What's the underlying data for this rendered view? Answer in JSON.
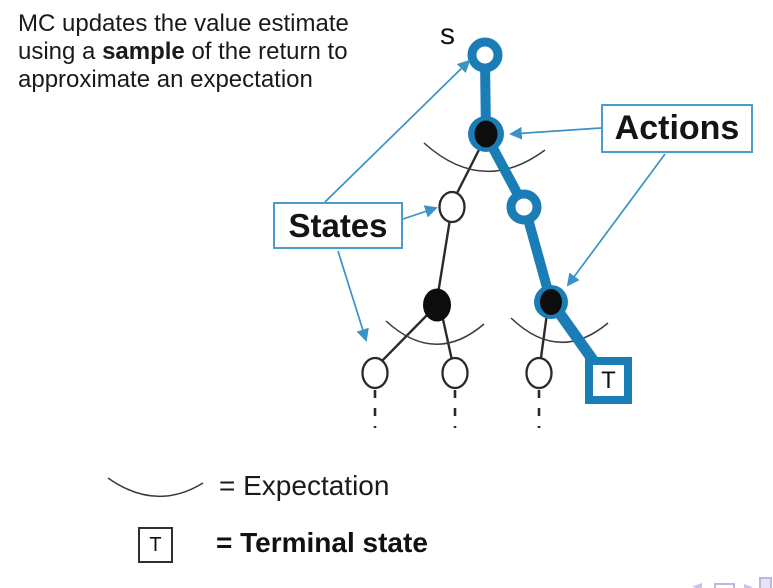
{
  "intro": {
    "line1": "MC updates the value estimate",
    "line2_pre": "using a ",
    "line2_bold": "sample",
    "line2_post": " of the return to",
    "line3": "approximate an expectation"
  },
  "tree": {
    "root_label": "s",
    "terminal_label": "T"
  },
  "callouts": {
    "actions": "Actions",
    "states": "States"
  },
  "legend": {
    "expectation_label": "= Expectation",
    "terminal_symbol": "T",
    "terminal_label": "= Terminal state"
  },
  "colors": {
    "diagram_blue": "#1b7db5",
    "callout_border_blue": "#4a9ccd",
    "arrow_blue": "#3a92c6",
    "edge_black": "#2a2a2a",
    "text_black": "#1a1a1a",
    "nav_lavender": "#c6c6e8",
    "background": "#ffffff"
  },
  "footer_nav": {
    "icons": [
      "nav-prev-icon",
      "nav-frame-icon",
      "nav-next-icon",
      "nav-pages-icon"
    ]
  }
}
